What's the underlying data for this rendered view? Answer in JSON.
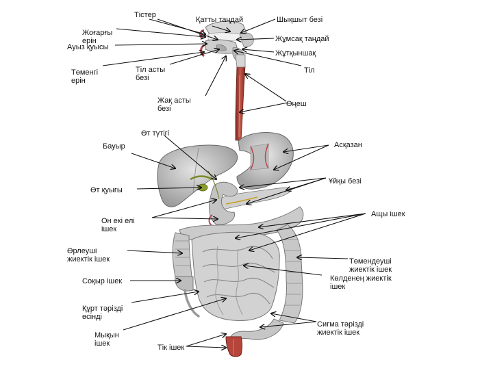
{
  "labels": {
    "tister": "Тістер",
    "katty_tandai": "Қатты таңдай",
    "shyqshyt_bezi": "Шықшыт безі",
    "zhogargy_erin": "Жоғарғы ерін",
    "zhumsak_tandai": "Жұмсақ таңдай",
    "auyz_kuysy": "Ауыз қуысы",
    "zhutqynshak": "Жұтқыншақ",
    "tomengi_erin": "Төменгі ерін",
    "til_asty_bezi": "Тіл асты безі",
    "til": "Тіл",
    "zhak_asty_bezi": "Жақ асты безі",
    "onesh": "Өңеш",
    "ot_tutigi": "Өт түтігі",
    "bauyr": "Бауыр",
    "askazan": "Асқазан",
    "uiky_bezi": "Ұйқы безі",
    "ot_kuygy": "Өт қуығы",
    "on_eki_eli_ishek": "Он екі елі ішек",
    "ashy_ishek": "Ащы ішек",
    "orleushi": "Өрлеуші жиектік ішек",
    "tomendeushi": "Төмендеуші жиектік ішек",
    "koldenen": "Көлденең жиектік ішек",
    "sokyr_ishek": "Соқыр ішек",
    "kurt_terizdi": "Құрт тәрізді өсінді",
    "sigma": "Сигма тәрізді жиектік ішек",
    "mykyn_ishek": "Мықын ішек",
    "tik_ishek": "Тік ішек"
  },
  "colors": {
    "tissue": "#cfcfcf",
    "tissue_dark": "#8c8c8c",
    "esophagus": "#a8453a",
    "rectum": "#b5443a",
    "lips": "#b84a50",
    "bile": "#7a8a2a",
    "line": "#111111"
  }
}
